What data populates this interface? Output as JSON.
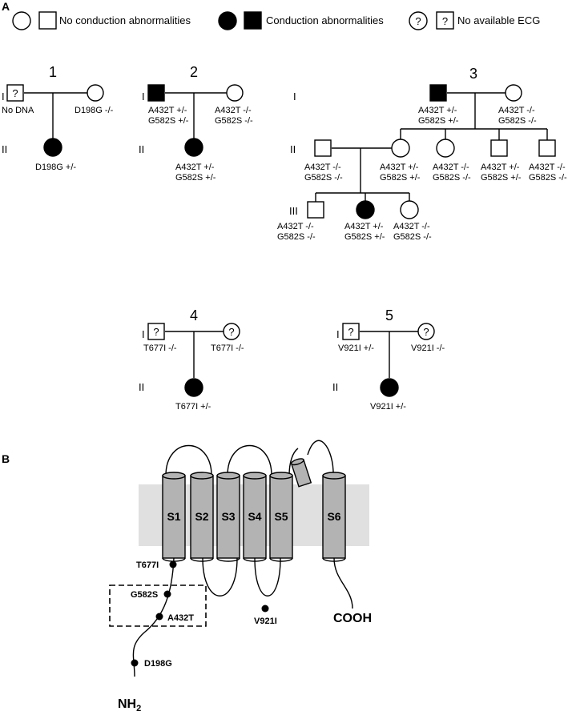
{
  "panels": {
    "a": "A",
    "b": "B"
  },
  "legend": {
    "none": "No conduction abnormalities",
    "conduction": "Conduction abnormalities",
    "no_ecg": "No available ECG",
    "q": "?"
  },
  "generations": {
    "i": "I",
    "ii": "II",
    "iii": "III"
  },
  "ped1": {
    "num": "1",
    "father_note": "No DNA",
    "mother": "D198G -/-",
    "child": "D198G +/-"
  },
  "ped2": {
    "num": "2",
    "father_1": "A432T +/-",
    "father_2": "G582S +/-",
    "mother_1": "A432T -/-",
    "mother_2": "G582S -/-",
    "child_1": "A432T +/-",
    "child_2": "G582S +/-"
  },
  "ped3": {
    "num": "3",
    "gI_m_1": "A432T +/-",
    "gI_m_2": "G582S +/-",
    "gI_f_1": "A432T -/-",
    "gI_f_2": "G582S -/-",
    "sp_1": "A432T -/-",
    "sp_2": "G582S -/-",
    "c1_1": "A432T +/-",
    "c1_2": "G582S +/-",
    "c2_1": "A432T -/-",
    "c2_2": "G582S -/-",
    "c3_1": "A432T +/-",
    "c3_2": "G582S +/-",
    "c4_1": "A432T -/-",
    "c4_2": "G582S -/-",
    "g1_1": "A432T -/-",
    "g1_2": "G582S -/-",
    "g2_1": "A432T +/-",
    "g2_2": "G582S +/-",
    "g3_1": "A432T -/-",
    "g3_2": "G582S -/-"
  },
  "ped4": {
    "num": "4",
    "father": "T677I -/-",
    "mother": "T677I -/-",
    "child": "T677I +/-"
  },
  "ped5": {
    "num": "5",
    "father": "V921I +/-",
    "mother": "V921I -/-",
    "child": "V921I +/-"
  },
  "channel": {
    "segments": [
      "S1",
      "S2",
      "S3",
      "S4",
      "S5",
      "S6"
    ],
    "mutations": {
      "t677i": "T677I",
      "g582s": "G582S",
      "a432t": "A432T",
      "d198g": "D198G",
      "v921i": "V921I"
    },
    "cooh": "COOH",
    "nh2": "NH",
    "nh2_sub": "2"
  },
  "colors": {
    "affected": "#000000",
    "unaffected": "#ffffff",
    "membrane": "#e0e0e0",
    "helix": "#b3b3b3"
  }
}
